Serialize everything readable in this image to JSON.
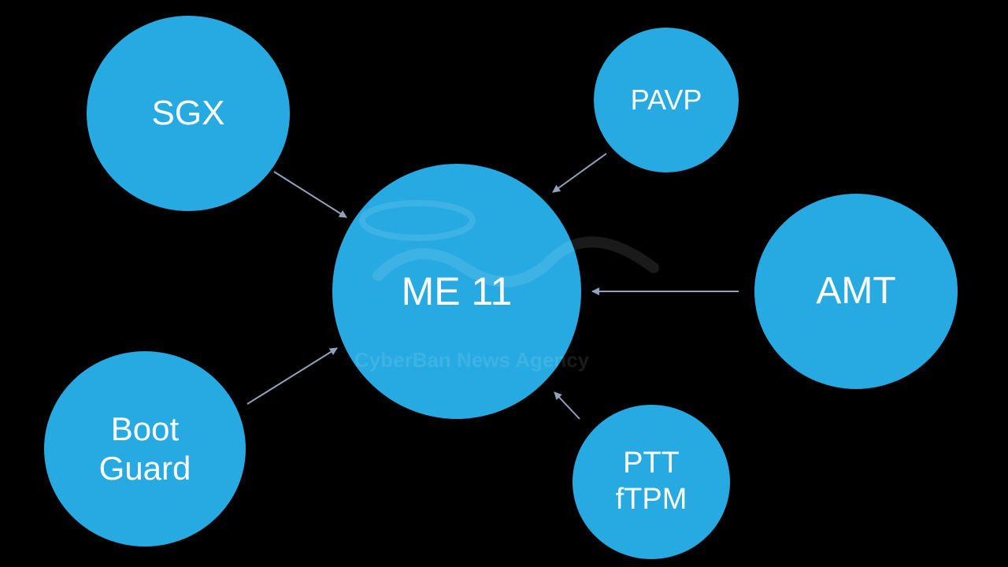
{
  "colors": {
    "background": "#000000",
    "node_fill": "#27aae1",
    "node_text": "#ffffff",
    "arrow": "#8fa3bd"
  },
  "nodes": {
    "sgx": {
      "lines": [
        "SGX"
      ]
    },
    "me11": {
      "lines": [
        "ME 11"
      ]
    },
    "pavp": {
      "lines": [
        "PAVP"
      ]
    },
    "amt": {
      "lines": [
        "AMT"
      ]
    },
    "boot_guard": {
      "lines": [
        "Boot",
        "Guard"
      ]
    },
    "ptt": {
      "lines": [
        "PTT",
        "fTPM"
      ]
    }
  },
  "edges": [
    {
      "from": "sgx",
      "to": "me11"
    },
    {
      "from": "pavp",
      "to": "me11"
    },
    {
      "from": "amt",
      "to": "me11"
    },
    {
      "from": "boot_guard",
      "to": "me11"
    },
    {
      "from": "ptt",
      "to": "me11"
    }
  ],
  "watermark": {
    "text": "CyberBan News Agency"
  }
}
